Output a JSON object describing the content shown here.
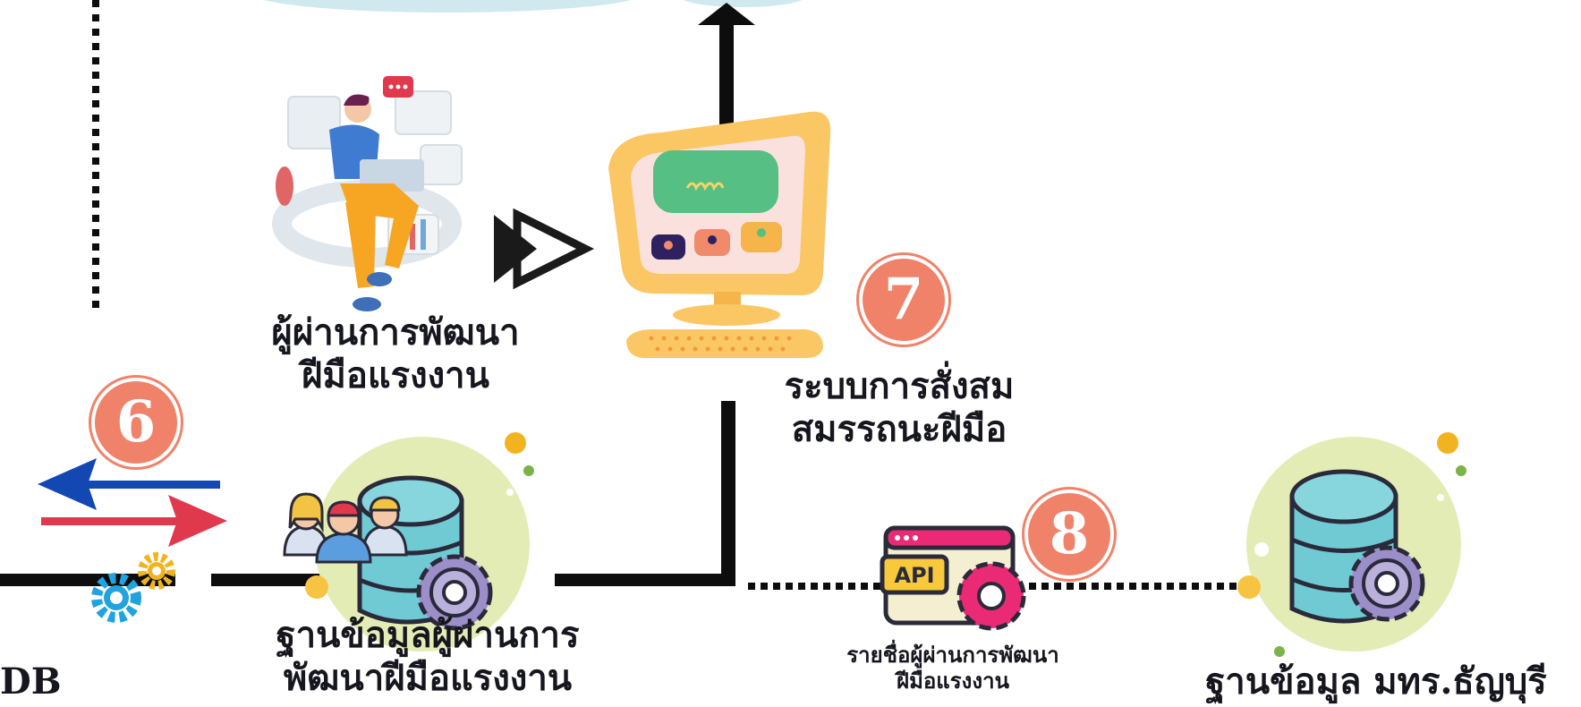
{
  "labels": {
    "trainee": [
      "ผู้ผ่านการพัฒนา",
      "ฝีมือแรงงาน"
    ],
    "accum_system": [
      "ระบบการสั่งสม",
      "สมรรถนะฝีมือ"
    ],
    "trainee_db": [
      "ฐานข้อมูลผู้ผ่านการ",
      "พัฒนาฝีมือแรงงาน"
    ],
    "api_list": [
      "รายชื่อผู้ผ่านการพัฒนา",
      "ฝีมือแรงงาน"
    ],
    "rmutt_db": "ฐานข้อมูล มทร.ธัญบุรี",
    "left_db_fragment": "DB"
  },
  "steps": [
    "6",
    "7",
    "8"
  ],
  "api_badge": "API",
  "colors": {
    "badge": "#f0826a",
    "line": "#0d0d0d",
    "arrow_blue": "#1348b3",
    "arrow_red": "#e0394e",
    "db_blob": "#e4ecb6",
    "db_cyl": "#6fcad3",
    "gear": "#9b8ec9",
    "monitor": "#fbc765",
    "screen": "#fbe1dd",
    "screen_panel": "#56bf83",
    "api_pink": "#eb2a75",
    "api_yellow": "#f8c93b"
  },
  "icons": [
    "person-laptop-icon",
    "fast-forward-icon",
    "computer-icon",
    "database-icon",
    "team-icon",
    "api-icon",
    "gear-icon",
    "exchange-arrows-icon"
  ]
}
